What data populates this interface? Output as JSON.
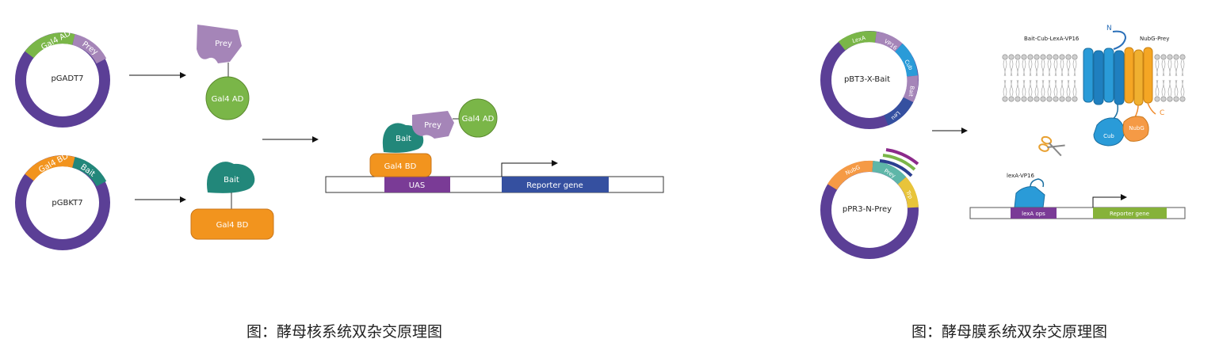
{
  "yeast_nuclear_system": {
    "caption": "图：酵母核系统双杂交原理图",
    "plasmid_ad": {
      "name": "pGADT7",
      "segments": [
        "Gal4 AD",
        "Prey"
      ]
    },
    "plasmid_bd": {
      "name": "pGBKT7",
      "segments": [
        "Gal4 BD",
        "Bait"
      ]
    },
    "prey_protein": "Prey",
    "ad_domain": "Gal4 AD",
    "bait_protein": "Bait",
    "bd_domain": "Gal4 BD",
    "complex": {
      "bait": "Bait",
      "prey": "Prey",
      "ad": "Gal4 AD",
      "bd": "Gal4 BD"
    },
    "dna": {
      "uas": "UAS",
      "reporter": "Reporter gene"
    }
  },
  "yeast_membrane_system": {
    "caption": "图：酵母膜系统双杂交原理图",
    "plasmid_bait": {
      "name": "pBT3-X-Bait",
      "segments": [
        "LexA",
        "VP16",
        "Cub",
        "Bait",
        "Leu"
      ]
    },
    "plasmid_prey": {
      "name": "pPR3-N-Prey",
      "segments": [
        "NubG",
        "Prey",
        "Trp"
      ]
    },
    "membrane_labels": {
      "bait_fusion": "Bait-Cub-LexA-VP16",
      "prey_fusion": "NubG-Prey",
      "n_terminus": "N",
      "c_terminus": "C"
    },
    "cub": "Cub",
    "nubg": "NubG",
    "lexa_vp16": "lexA-VP16",
    "dna": {
      "lexa_ops": "lexA ops",
      "reporter": "Reporter gene"
    }
  },
  "colors": {
    "plasmid_ring": "#5b3f96",
    "gal4_ad": "#7ab648",
    "prey": "#a585b8",
    "gal4_bd": "#f2941e",
    "bait": "#22877a",
    "uas": "#7a3b96",
    "reporter_blue": "#3550a0",
    "reporter_green": "#86b23a",
    "cub": "#2a9bd8",
    "nubg": "#f59a45"
  }
}
